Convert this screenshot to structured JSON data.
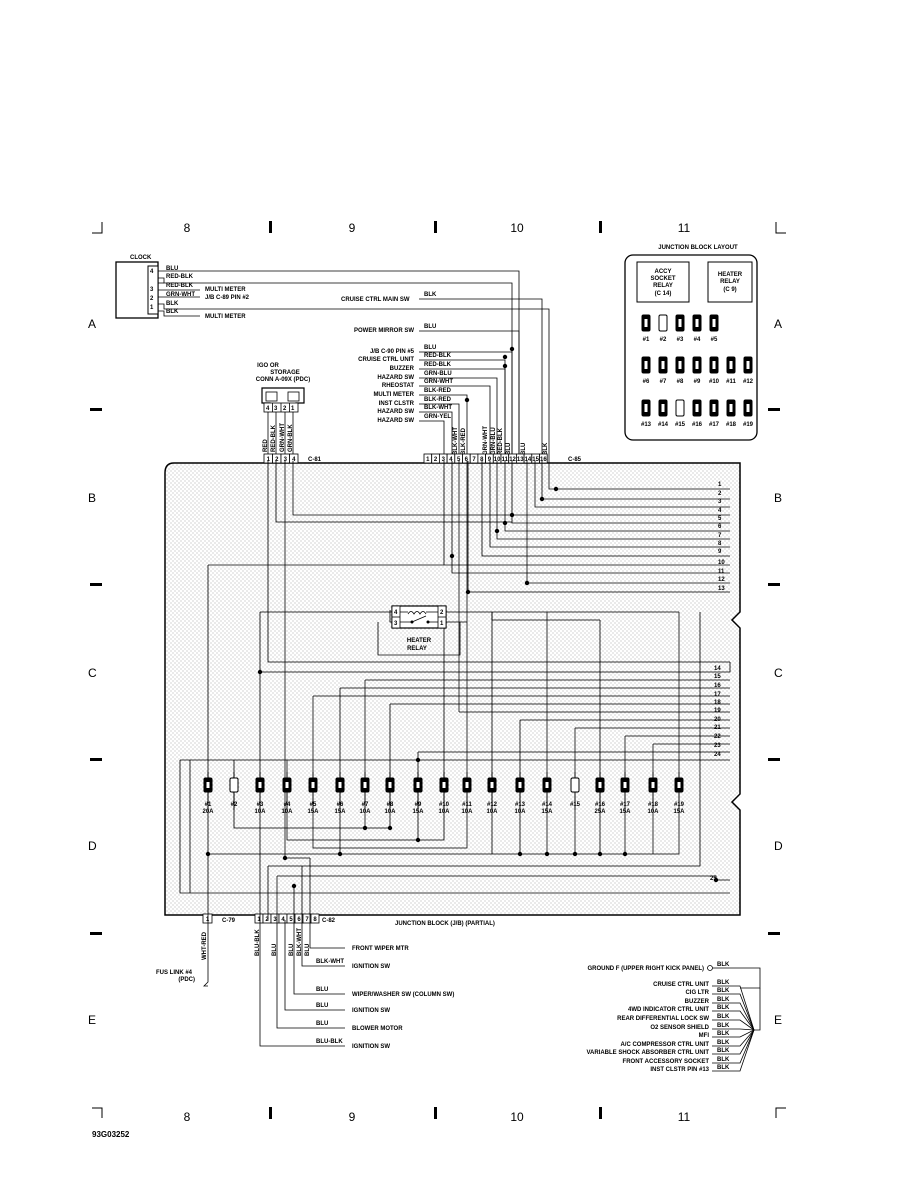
{
  "grid": {
    "columns": [
      "8",
      "9",
      "10",
      "11"
    ],
    "rows": [
      "A",
      "B",
      "C",
      "D",
      "E"
    ]
  },
  "clock": {
    "title": "CLOCK",
    "pins": [
      "4",
      "3",
      "2",
      "1"
    ],
    "wires": [
      {
        "color": "BLU",
        "dest": ""
      },
      {
        "color": "RED-BLK",
        "dest": ""
      },
      {
        "color": "RED-BLK",
        "dest": "MULTI METER"
      },
      {
        "color": "GRN-WHT",
        "dest": "J/B C-89 PIN #2"
      },
      {
        "color": "BLK",
        "dest": ""
      },
      {
        "color": "BLK",
        "dest": "MULTI METER"
      }
    ]
  },
  "igo_connector": {
    "title_line1": "IGO OR",
    "title_line2": "STORAGE",
    "title_line3": "CONN A-09X (PDC)",
    "pins": [
      "4",
      "3",
      "2",
      "1"
    ],
    "wires": [
      "RED",
      "RED-BLK",
      "GRN-WHT",
      "GRN-BLK"
    ]
  },
  "right_inputs": {
    "cruise_main": {
      "label": "CRUISE CTRL MAIN SW",
      "color": "BLK"
    },
    "items": [
      {
        "label": "POWER MIRROR SW",
        "color": "BLU"
      },
      {
        "label": "J/B C-90 PIN #5",
        "color": "BLU"
      },
      {
        "label": "CRUISE CTRL UNIT",
        "color": "RED-BLK"
      },
      {
        "label": "BUZZER",
        "color": "RED-BLK"
      },
      {
        "label": "HAZARD SW",
        "color": "GRN-BLU"
      },
      {
        "label": "RHEOSTAT",
        "color": "GRN-WHT"
      },
      {
        "label": "MULTI METER",
        "color": "BLK-RED"
      },
      {
        "label": "INST CLSTR",
        "color": "BLK-RED"
      },
      {
        "label": "HAZARD SW",
        "color": "BLK-WHT"
      },
      {
        "label": "HAZARD SW",
        "color": "GRN-YEL"
      }
    ],
    "vertical_wire_labels": [
      "BLK-WHT",
      "BLK-RED",
      "GRN-WHT",
      "GRN-BLU",
      "RED-BLK",
      "BLU",
      "BLU",
      "BLK"
    ]
  },
  "connectors": {
    "c81": {
      "label": "C-81",
      "pins": [
        "1",
        "2",
        "3",
        "4"
      ]
    },
    "c85": {
      "label": "C-85",
      "pins": [
        "1",
        "2",
        "3",
        "4",
        "5",
        "6",
        "7",
        "8",
        "9",
        "10",
        "11",
        "12",
        "13",
        "14",
        "15",
        "16"
      ]
    },
    "c79": {
      "label": "C-79",
      "pins": [
        "1"
      ]
    },
    "c82": {
      "label": "C-82",
      "pins": [
        "1",
        "2",
        "3",
        "4",
        "5",
        "6",
        "7",
        "8"
      ]
    }
  },
  "junction_block": {
    "label": "JUNCTION BLOCK (J/B) (PARTIAL)",
    "bus_numbers_top": [
      "1",
      "2",
      "3",
      "4",
      "5",
      "6",
      "7",
      "8",
      "9",
      "10",
      "11",
      "12",
      "13"
    ],
    "bus_numbers_mid": [
      "14",
      "15",
      "16",
      "17",
      "18",
      "19",
      "20",
      "21",
      "22",
      "23",
      "24"
    ],
    "bus_number_bottom": "25",
    "relay": {
      "label_line1": "HEATER",
      "label_line2": "RELAY",
      "pins": [
        "4",
        "3",
        "2",
        "1"
      ]
    },
    "fuses": [
      {
        "num": "#1",
        "amp": "20A"
      },
      {
        "num": "#2",
        "amp": ""
      },
      {
        "num": "#3",
        "amp": "10A"
      },
      {
        "num": "#4",
        "amp": "10A"
      },
      {
        "num": "#5",
        "amp": "15A"
      },
      {
        "num": "#6",
        "amp": "15A"
      },
      {
        "num": "#7",
        "amp": "10A"
      },
      {
        "num": "#8",
        "amp": "10A"
      },
      {
        "num": "#9",
        "amp": "15A"
      },
      {
        "num": "#10",
        "amp": "10A"
      },
      {
        "num": "#11",
        "amp": "10A"
      },
      {
        "num": "#12",
        "amp": "10A"
      },
      {
        "num": "#13",
        "amp": "10A"
      },
      {
        "num": "#14",
        "amp": "15A"
      },
      {
        "num": "#15",
        "amp": ""
      },
      {
        "num": "#16",
        "amp": "25A"
      },
      {
        "num": "#17",
        "amp": "15A"
      },
      {
        "num": "#18",
        "amp": "10A"
      },
      {
        "num": "#19",
        "amp": "15A"
      }
    ]
  },
  "jb_layout": {
    "title": "JUNCTION BLOCK LAYOUT",
    "accy": [
      "ACCY",
      "SOCKET",
      "RELAY",
      "(C 14)"
    ],
    "heater": [
      "HEATER",
      "RELAY",
      "(C 9)"
    ],
    "row1": [
      "#1",
      "#2",
      "#3",
      "#4",
      "#5"
    ],
    "row2": [
      "#6",
      "#7",
      "#8",
      "#9",
      "#10",
      "#11",
      "#12"
    ],
    "row3": [
      "#13",
      "#14",
      "#15",
      "#16",
      "#17",
      "#18",
      "#19"
    ]
  },
  "bottom_wires": {
    "fus_link": {
      "label_line1": "FUS LINK #4",
      "label_line2": "(PDC)",
      "color": "WHT-RED"
    },
    "vertical_labels": [
      "BLU-BLK",
      "BLU",
      "BLU",
      "BLK-WHT",
      "BLU"
    ],
    "items": [
      {
        "label": "FRONT WIPER MTR",
        "color": ""
      },
      {
        "label": "IGNITION SW",
        "color": "BLK-WHT"
      },
      {
        "label": "WIPER/WASHER SW (COLUMN SW)",
        "color": "BLU"
      },
      {
        "label": "IGNITION SW",
        "color": "BLU"
      },
      {
        "label": "BLOWER MOTOR",
        "color": "BLU"
      },
      {
        "label": "IGNITION SW",
        "color": "BLU-BLK"
      }
    ]
  },
  "grounds": {
    "title": "GROUND F (UPPER RIGHT KICK PANEL)",
    "title_color": "BLK",
    "items": [
      {
        "label": "CRUISE CTRL UNIT",
        "color": "BLK"
      },
      {
        "label": "CIG LTR",
        "color": "BLK"
      },
      {
        "label": "BUZZER",
        "color": "BLK"
      },
      {
        "label": "4WD INDICATOR CTRL UNIT",
        "color": "BLK"
      },
      {
        "label": "REAR DIFFERENTIAL LOCK SW",
        "color": "BLK"
      },
      {
        "label": "O2 SENSOR SHIELD",
        "color": "BLK"
      },
      {
        "label": "MFI",
        "color": "BLK"
      },
      {
        "label": "A/C COMPRESSOR CTRL UNIT",
        "color": "BLK"
      },
      {
        "label": "VARIABLE SHOCK ABSORBER CTRL UNIT",
        "color": "BLK"
      },
      {
        "label": "FRONT ACCESSORY SOCKET",
        "color": "BLK"
      },
      {
        "label": "INST CLSTR PIN #13",
        "color": "BLK"
      }
    ]
  },
  "figure_id": "93G03252"
}
